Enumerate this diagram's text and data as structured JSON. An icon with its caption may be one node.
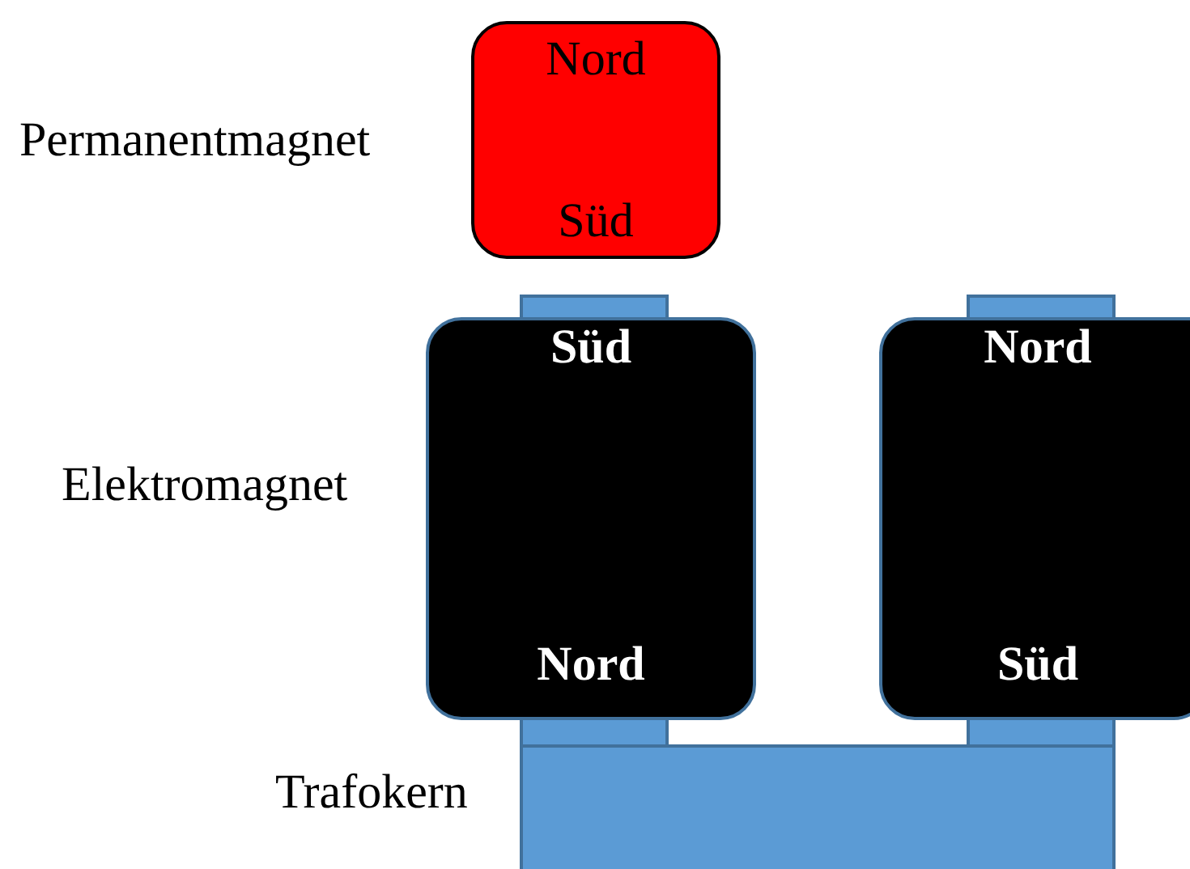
{
  "diagram": {
    "nodes": [
      {
        "text": [
          "Nord",
          "Süd"
        ],
        "beside": [
          "Permanentmagnet"
        ]
      },
      {
        "text": [
          "Süd",
          "Nord"
        ]
      },
      {
        "text": [
          "Nord",
          "Süd"
        ]
      }
    ],
    "labels": [
      "Elektromagnet",
      "Trafokern"
    ]
  }
}
